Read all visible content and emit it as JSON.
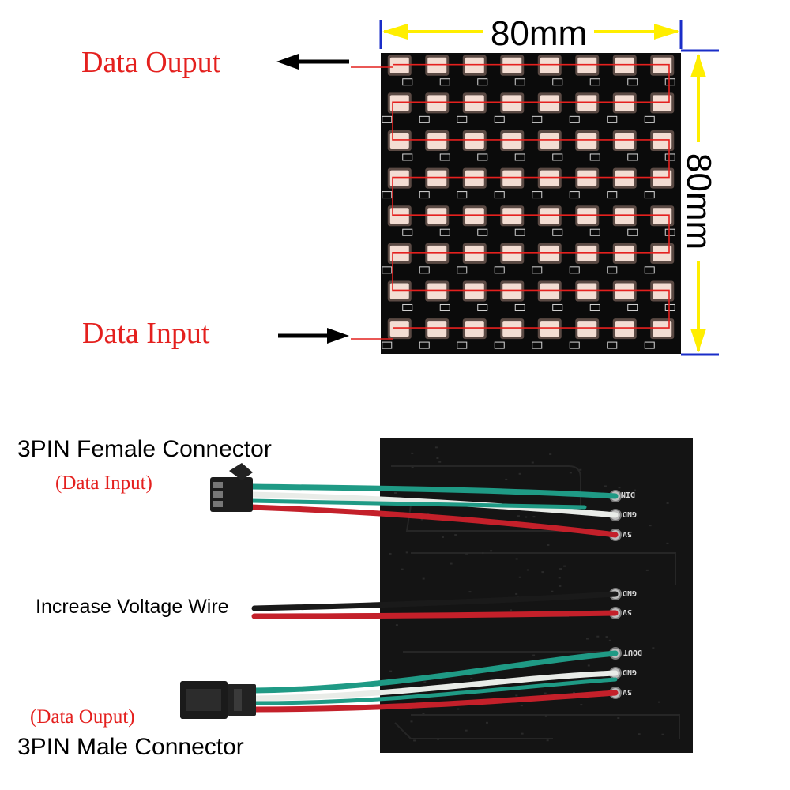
{
  "colors": {
    "board": "#0b0b0b",
    "led": "#f3ddd3",
    "trace": "#e4201e",
    "dimension_arrow": "#ffee00",
    "dimension_bar": "#1a2dc8",
    "wire_green": "#1f9a85",
    "wire_white": "#e9ece8",
    "wire_red": "#c4202a",
    "wire_black": "#1a1a1a"
  },
  "top_panel": {
    "width_label": "80mm",
    "height_label": "80mm",
    "data_output_label": "Data Ouput",
    "data_input_label": "Data Input",
    "grid": {
      "rows": 8,
      "cols": 8
    }
  },
  "bottom_panel": {
    "female_connector_title": "3PIN Female Connector",
    "female_connector_sub": "(Data Input)",
    "voltage_wire_label": "Increase Voltage Wire",
    "male_connector_sub": "(Data Ouput)",
    "male_connector_title": "3PIN Male Connector",
    "pads_top": [
      "DIN",
      "GND",
      "5V"
    ],
    "pads_mid": [
      "GND",
      "5V"
    ],
    "pads_bottom": [
      "DOUT",
      "GND",
      "5V"
    ]
  }
}
